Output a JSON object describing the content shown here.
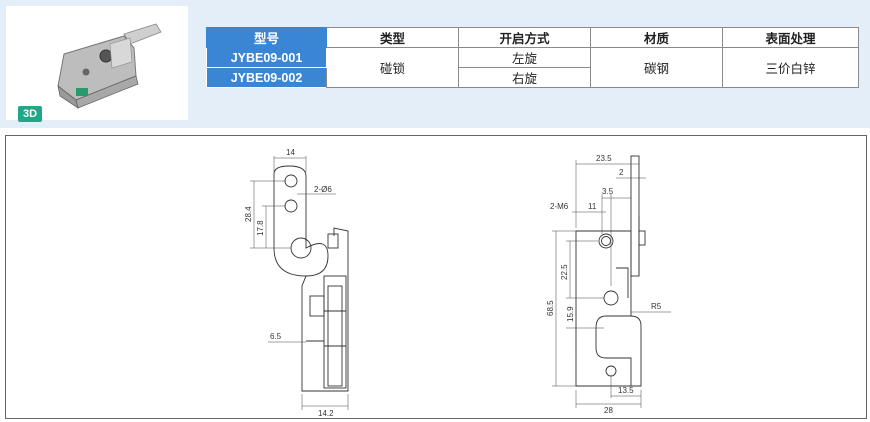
{
  "badge": "3D",
  "table": {
    "headers": [
      "型号",
      "类型",
      "开启方式",
      "材质",
      "表面处理"
    ],
    "rows": [
      {
        "model": "JYBE09-001",
        "type": "碰锁",
        "open": "左旋",
        "material": "碳钢",
        "finish": "三价白锌"
      },
      {
        "model": "JYBE09-002",
        "open": "右旋"
      }
    ]
  },
  "drawing_left": {
    "dims": [
      "14",
      "2-Ø6",
      "28.4",
      "17.8",
      "6.5",
      "14.2"
    ]
  },
  "drawing_right": {
    "dims": [
      "23.5",
      "2",
      "3.5",
      "2-M6",
      "11",
      "22.5",
      "68.5",
      "15.9",
      "R5",
      "13.5",
      "28"
    ]
  },
  "colors": {
    "header_blue": "#3a86d4",
    "panel_bg": "#e3eef8",
    "badge_green": "#1ea886"
  }
}
